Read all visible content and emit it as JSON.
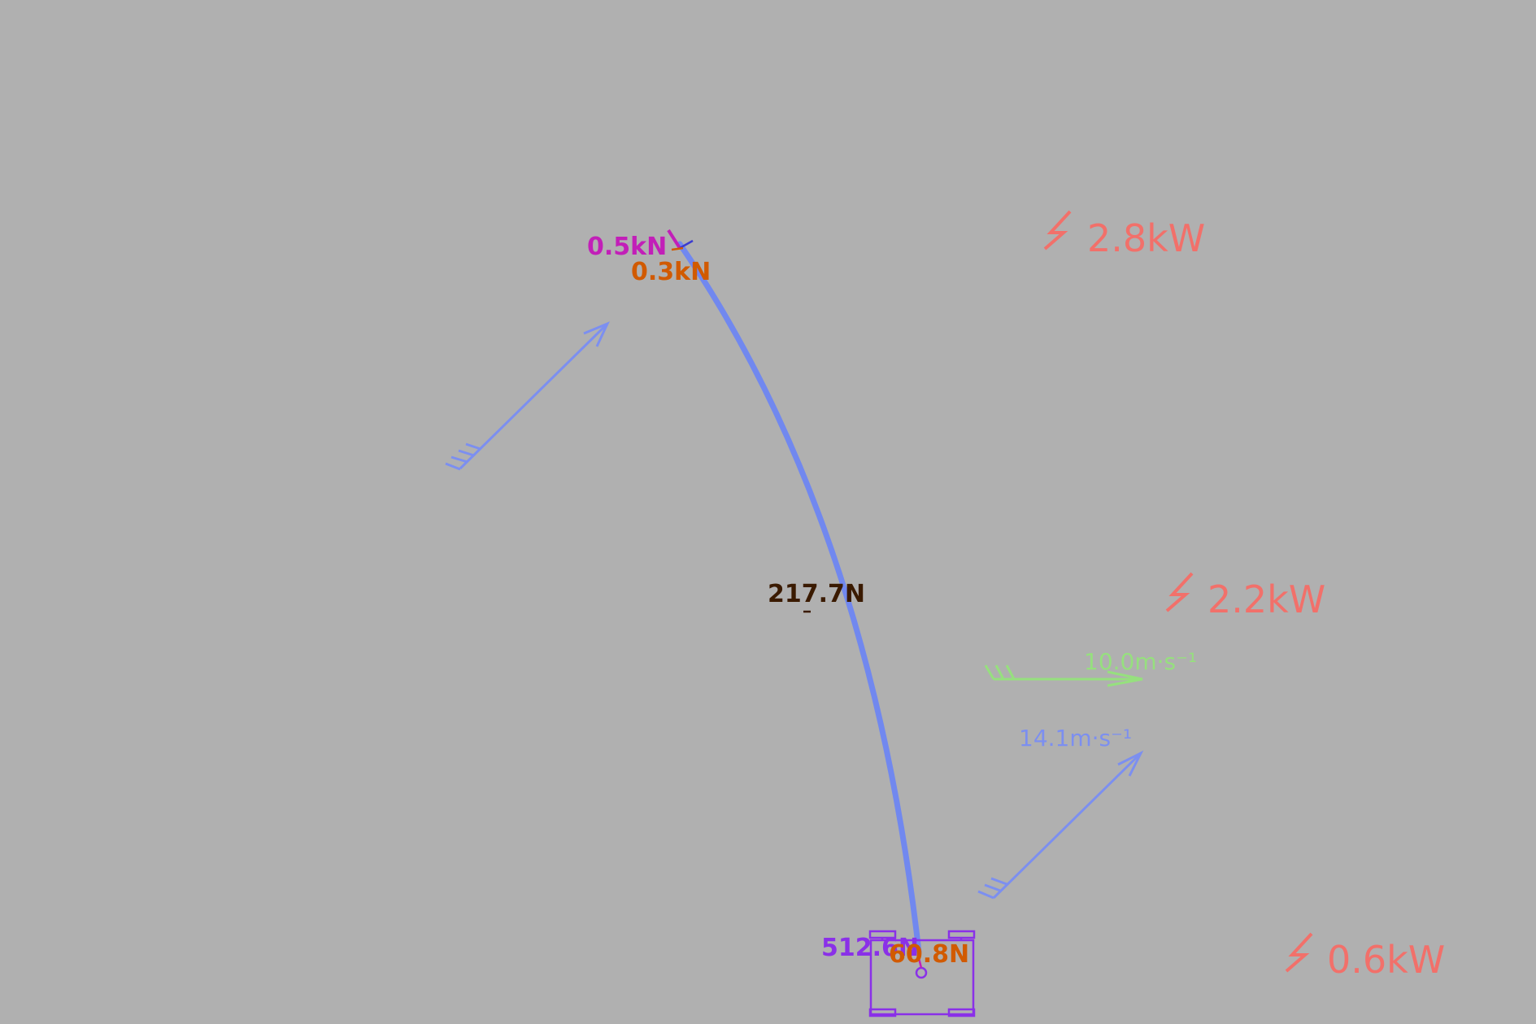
{
  "forces": {
    "top_force": "0.5kN",
    "top_tension": "0.3kN",
    "mid_tension": "217.7N",
    "base_force": "512.6N",
    "base_tension": "60.8N"
  },
  "wind": {
    "wind_speed": "10.0m·s⁻¹",
    "apparent_speed": "14.1m·s⁻¹"
  },
  "power": {
    "readings": [
      "2.8kW",
      "2.2kW",
      "0.6kW"
    ]
  },
  "colors": {
    "background": "#b0b0b0",
    "tether": "#7188ef",
    "wind_vector": "#7c8ff0",
    "wind_speed": "#96e07e",
    "power": "#f2706a",
    "power_glow": "#f0d060",
    "top_force": "#c21fb8",
    "tension": "#d15a00",
    "mid_tension": "#3a1a00",
    "base": "#8a30e8"
  }
}
